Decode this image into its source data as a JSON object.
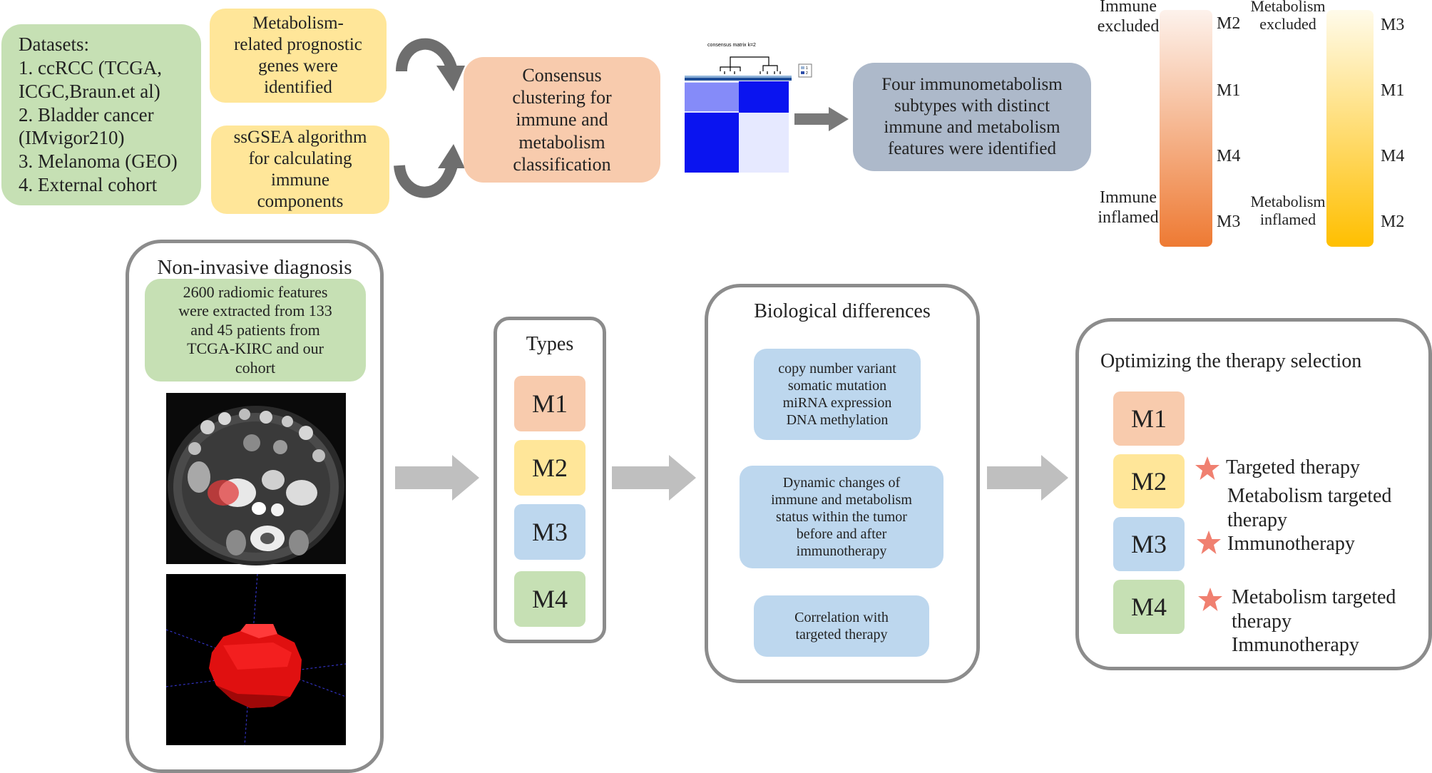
{
  "colors": {
    "green": "#c6e0b4",
    "yellow": "#ffe699",
    "salmon": "#f8cbad",
    "blue": "#bdd7ee",
    "slate": "#adb9ca",
    "frame": "#8c8c8c",
    "arrow": "#bfbfbf",
    "star": "#f08070",
    "heat_blue": "#0a14f0"
  },
  "top": {
    "datasets": "Datasets:\n1. ccRCC (TCGA, ICGC,Braun.et al)\n2. Bladder cancer (IMvigor210)\n3. Melanoma (GEO)\n4. External cohort",
    "metabolism_genes": "Metabolism-\nrelated prognostic\ngenes were\nidentified",
    "ssgsea": "ssGSEA algorithm\nfor calculating\nimmune\ncomponents",
    "consensus": "Consensus\nclustering for\nimmune and\nmetabolism\nclassification",
    "heatmap_title": "consensus matrix k=2",
    "heatmap_legend": [
      "1",
      "2"
    ],
    "four_subtypes": "Four immunometabolism\nsubtypes with distinct\nimmune and metabolism\nfeatures were identified"
  },
  "gradients": {
    "immune": {
      "top_label": "Immune\nexcluded",
      "bottom_label": "Immune\ninflamed",
      "order": [
        "M2",
        "M1",
        "M4",
        "M3"
      ],
      "color_top": "#fdf2ec",
      "color_bottom": "#ee7a33"
    },
    "metabolism": {
      "top_label": "Metabolism\nexcluded",
      "bottom_label": "Metabolism\ninflamed",
      "order": [
        "M3",
        "M1",
        "M4",
        "M2"
      ],
      "color_top": "#fffbea",
      "color_bottom": "#ffbf00"
    }
  },
  "diagnosis": {
    "title": "Non-invasive diagnosis",
    "text": "2600 radiomic features\nwere extracted from 133\nand 45 patients from\nTCGA-KIRC and our\ncohort"
  },
  "types": {
    "title": "Types",
    "items": [
      {
        "label": "M1",
        "color": "#f8cbad"
      },
      {
        "label": "M2",
        "color": "#ffe699"
      },
      {
        "label": "M3",
        "color": "#bdd7ee"
      },
      {
        "label": "M4",
        "color": "#c6e0b4"
      }
    ]
  },
  "bio": {
    "title": "Biological differences",
    "items": [
      "copy number variant\nsomatic mutation\nmiRNA expression\nDNA methylation",
      "Dynamic changes of\nimmune and metabolism\nstatus within the tumor\nbefore and after\nimmunotherapy",
      "Correlation with\ntargeted therapy"
    ]
  },
  "therapy": {
    "title": "Optimizing the therapy selection",
    "items": [
      {
        "label": "M1",
        "color": "#f8cbad",
        "text": ""
      },
      {
        "label": "M2",
        "color": "#ffe699",
        "text": "Targeted therapy"
      },
      {
        "label": "M3",
        "color": "#bdd7ee",
        "text": "Metabolism targeted\ntherapy\nImmunotherapy"
      },
      {
        "label": "M4",
        "color": "#c6e0b4",
        "text": "Metabolism targeted\ntherapy\nImmunotherapy"
      }
    ]
  }
}
